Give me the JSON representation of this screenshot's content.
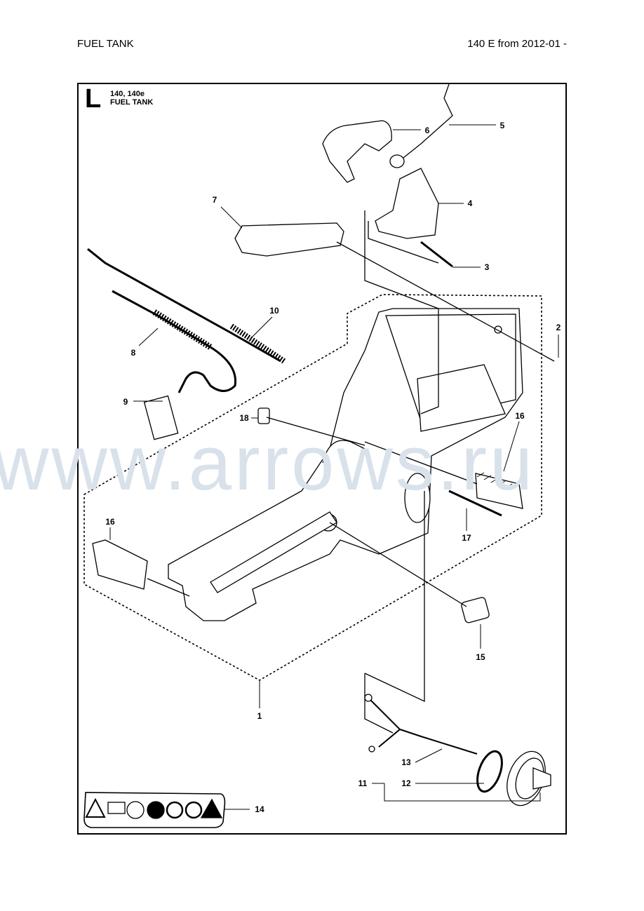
{
  "header": {
    "title": "FUEL TANK",
    "model_range": "140 E from 2012-01 -"
  },
  "section": {
    "letter": "L",
    "models": "140, 140e",
    "title": "FUEL TANK"
  },
  "watermark": "www.arrows.ru",
  "callouts": [
    "1",
    "2",
    "3",
    "4",
    "5",
    "6",
    "7",
    "8",
    "9",
    "10",
    "11",
    "12",
    "13",
    "14",
    "15",
    "16",
    "16",
    "17",
    "18"
  ],
  "warning_decal_icons": [
    "warning-triangle-icon",
    "manual-book-icon",
    "ear-eye-protection-icon",
    "kickback-icon",
    "one-hand-prohibited-icon",
    "no-hand-near-chain-icon",
    "fire-hazard-icon"
  ]
}
